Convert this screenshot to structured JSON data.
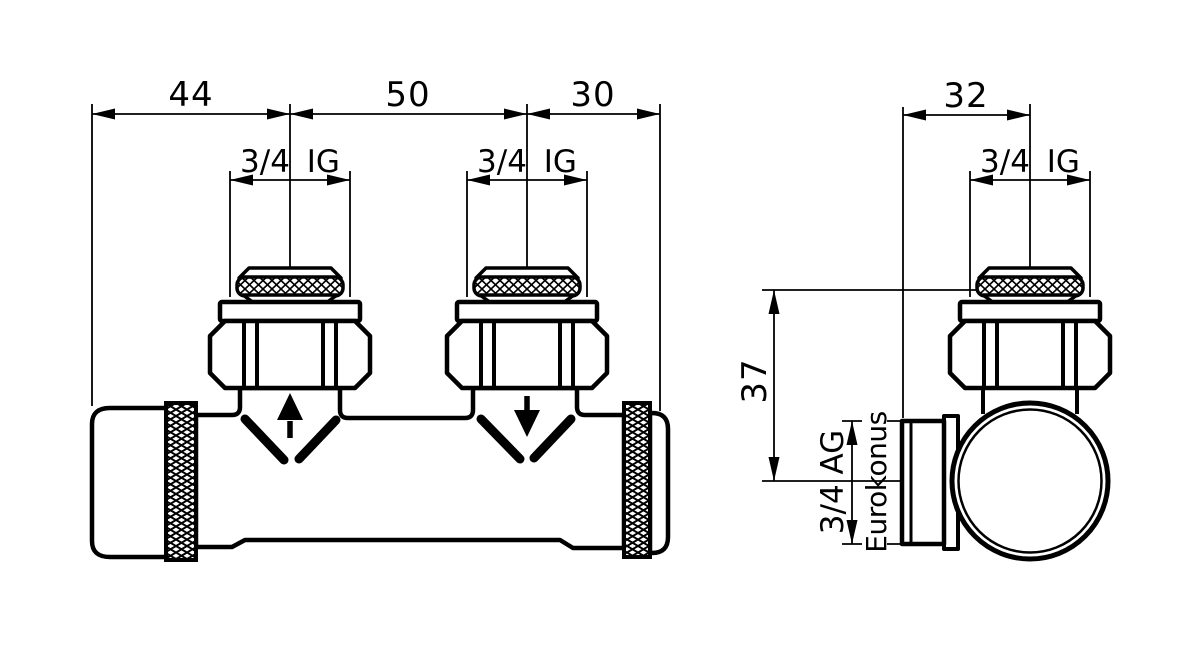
{
  "drawing": {
    "kind": "radiator-valve-h-block-technical-drawing",
    "colors": {
      "line": "#000000",
      "background": "#ffffff"
    },
    "front_view": {
      "dim_left": "44",
      "dim_port_spacing": "50",
      "dim_right": "30",
      "port1_thread": "3/4 IG",
      "port2_thread": "3/4 IG"
    },
    "side_view": {
      "dim_depth": "32",
      "dim_height": "37",
      "port_thread": "3/4 IG",
      "tail_thread": "3/4 AG",
      "cone_label": "Eurokonus"
    }
  }
}
